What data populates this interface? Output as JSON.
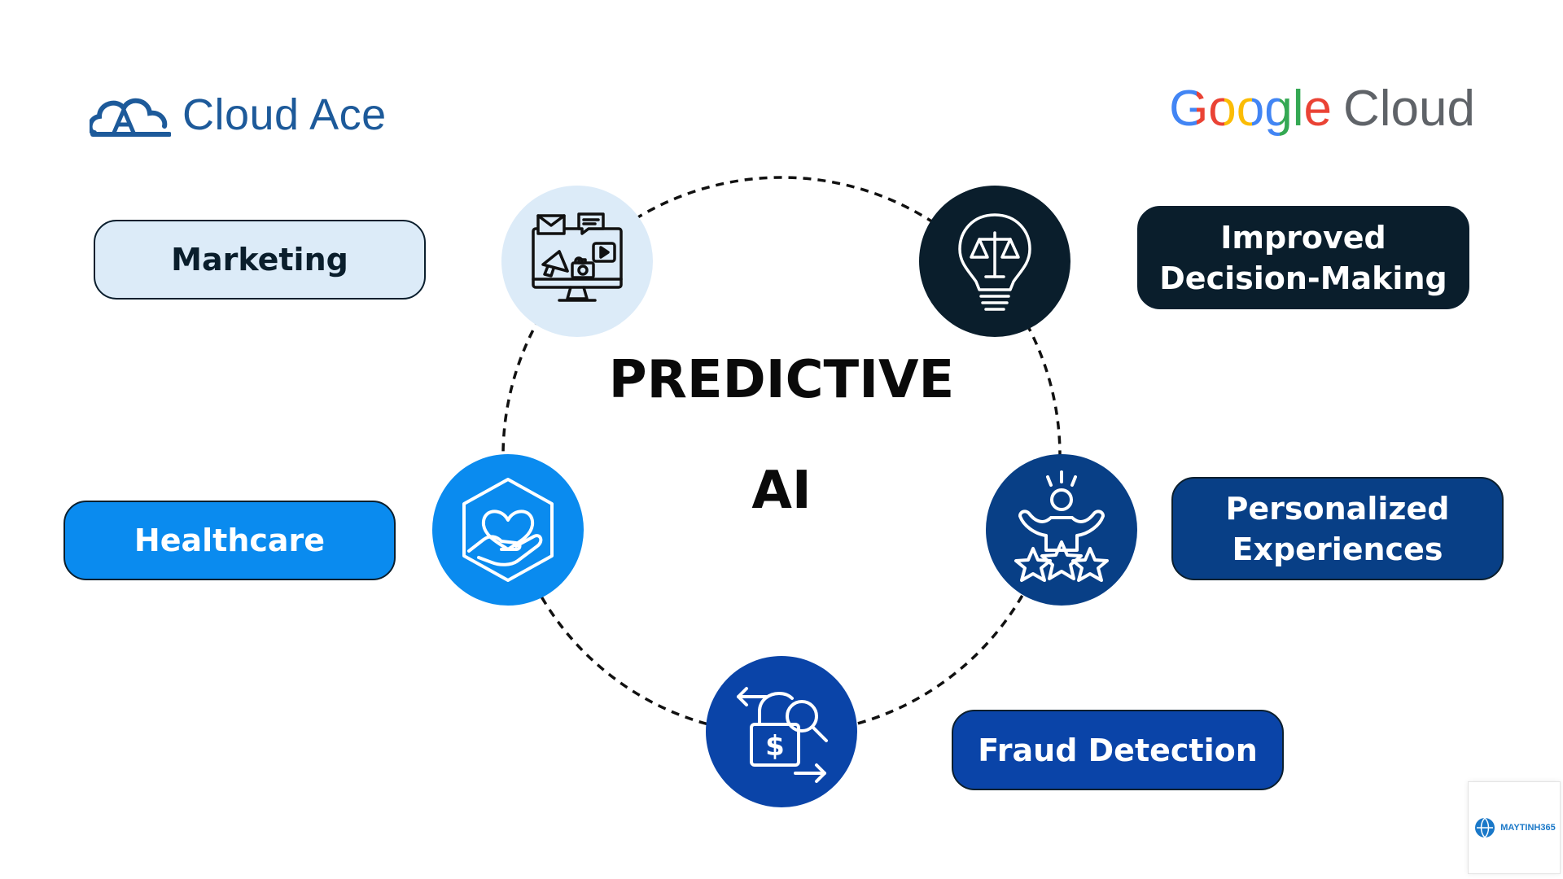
{
  "logos": {
    "left": "Cloud Ace",
    "right_brand": "Google",
    "right_product": "Cloud"
  },
  "center": {
    "line1": "PREDICTIVE",
    "line2": "AI"
  },
  "pills": {
    "marketing": "Marketing",
    "healthcare": "Healthcare",
    "decision_line1": "Improved",
    "decision_line2": "Decision-Making",
    "personalized_line1": "Personalized",
    "personalized_line2": "Experiences",
    "fraud": "Fraud Detection"
  },
  "watermark": "MAYTINH365",
  "colors": {
    "light_blue": "#dcebf8",
    "bright_blue": "#0a8bef",
    "navy": "#083f86",
    "deep_blue": "#0a44a8",
    "dark": "#0a1e2c",
    "google_blue": "#4285F4",
    "google_red": "#EA4335",
    "google_yellow": "#FBBC05",
    "google_green": "#34A853"
  },
  "icons": {
    "marketing": "monitor-megaphone-icon",
    "decision": "lightbulb-scale-icon",
    "healthcare": "heart-hand-icon",
    "personalized": "person-stars-icon",
    "fraud": "lock-search-icon"
  }
}
